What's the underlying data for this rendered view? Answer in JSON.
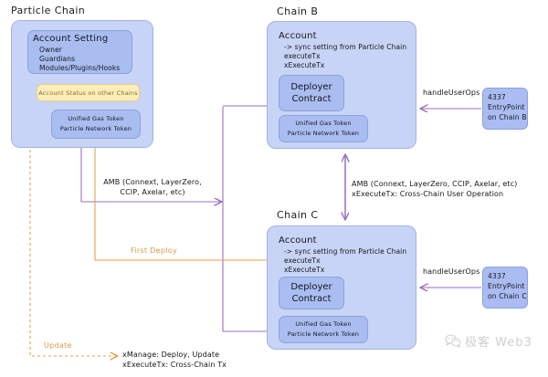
{
  "diagram": {
    "title": "Particle Chain cross-chain account architecture",
    "colors": {
      "chain_fill": "#c8d4f5",
      "inner_fill": "#a9bdf0",
      "yellow_fill": "#fdeeba",
      "purple_edge": "#9b6fbf",
      "orange_edge": "#e2a24d"
    }
  },
  "particle_chain": {
    "title": "Particle Chain",
    "account_setting": {
      "heading": "Account Setting",
      "lines": [
        "Owner",
        "Guardians",
        "Modules/Plugins/Hooks"
      ]
    },
    "account_status": {
      "label": "Account Status on other Chains"
    },
    "token": {
      "line1": "Unified Gas Token",
      "line2": "Particle Network Token"
    }
  },
  "chain_b": {
    "title": "Chain B",
    "account": {
      "heading": "Account",
      "lines": [
        "-> sync setting from Particle Chain",
        "executeTx",
        "xExecuteTx"
      ]
    },
    "deployer": {
      "line1": "Deployer",
      "line2": "Contract"
    },
    "token": {
      "line1": "Unified Gas Token",
      "line2": "Particle Network Token"
    },
    "entrypoint": {
      "line1": "4337",
      "line2": "EntryPoint",
      "line3": "on Chain B"
    },
    "handle_label": "handleUserOps"
  },
  "chain_c": {
    "title": "Chain C",
    "account": {
      "heading": "Account",
      "lines": [
        "-> sync setting from Particle Chain",
        "executeTx",
        "xExecuteTx"
      ]
    },
    "deployer": {
      "line1": "Deployer",
      "line2": "Contract"
    },
    "token": {
      "line1": "Unified Gas Token",
      "line2": "Particle Network Token"
    },
    "entrypoint": {
      "line1": "4337",
      "line2": "EntryPoint",
      "line3": "on Chain C"
    },
    "handle_label": "handleUserOps"
  },
  "edges": {
    "amb_left_line1": "AMB (Connext, LayerZero,",
    "amb_left_line2": "CCIP, Axelar, etc)",
    "amb_right_line1": "AMB (Connext, LayerZero, CCIP, Axelar, etc)",
    "amb_right_line2": "xExecuteTx: Cross-Chain User Operation",
    "first_deploy": "First Deploy",
    "update": "Update"
  },
  "legend": {
    "line1": "xManage: Deploy, Update",
    "line2": "xExecuteTx: Cross-Chain Tx"
  },
  "watermark": {
    "text": "极客 Web3",
    "icon": "wechat-icon"
  }
}
